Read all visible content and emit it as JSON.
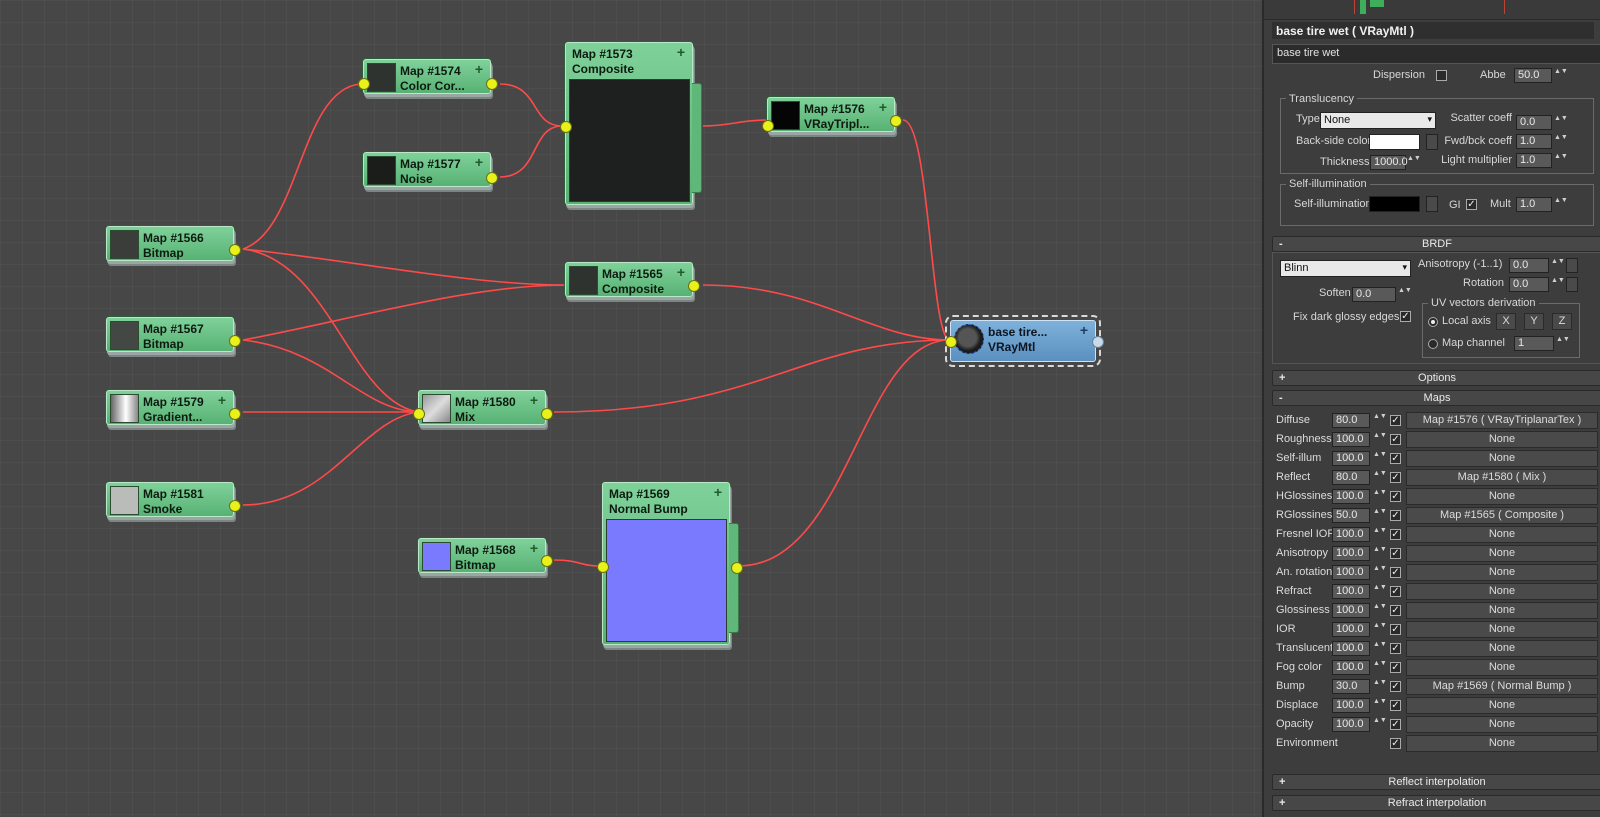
{
  "nodes": {
    "n1574": {
      "id": "Map #1574",
      "type": "Color Cor..."
    },
    "n1577": {
      "id": "Map #1577",
      "type": "Noise"
    },
    "n1573": {
      "id": "Map #1573",
      "type": "Composite"
    },
    "n1576": {
      "id": "Map #1576",
      "type": "VRayTripl..."
    },
    "n1566": {
      "id": "Map #1566",
      "type": "Bitmap"
    },
    "n1565": {
      "id": "Map #1565",
      "type": "Composite"
    },
    "n1567": {
      "id": "Map #1567",
      "type": "Bitmap"
    },
    "n1579": {
      "id": "Map #1579",
      "type": "Gradient..."
    },
    "n1580": {
      "id": "Map #1580",
      "type": "Mix"
    },
    "n1581": {
      "id": "Map #1581",
      "type": "Smoke"
    },
    "n1568": {
      "id": "Map #1568",
      "type": "Bitmap"
    },
    "n1569": {
      "id": "Map #1569",
      "type": "Normal Bump"
    },
    "vray": {
      "id": "base tire...",
      "type": "VRayMtl"
    },
    "plus_glyph": "+"
  },
  "panel": {
    "title": "base tire wet  ( VRayMtl )",
    "name": "base tire wet",
    "dispersion_label": "Dispersion",
    "abbe_label": "Abbe",
    "abbe_value": "50.0",
    "translucency": {
      "group": "Translucency",
      "type_label": "Type",
      "type_value": "None",
      "scatter_label": "Scatter coeff",
      "scatter_value": "0.0",
      "backside_label": "Back-side color",
      "fwd_label": "Fwd/bck coeff",
      "fwd_value": "1.0",
      "thickness_label": "Thickness",
      "thickness_value": "1000.0",
      "light_label": "Light multiplier",
      "light_value": "1.0"
    },
    "selfillum": {
      "group": "Self-illumination",
      "label": "Self-illumination",
      "gi_label": "GI",
      "mult_label": "Mult",
      "mult_value": "1.0"
    },
    "brdf": {
      "rollout": "BRDF",
      "sign": "-",
      "type_value": "Blinn",
      "aniso_label": "Anisotropy (-1..1)",
      "aniso_value": "0.0",
      "rotation_label": "Rotation",
      "rotation_value": "0.0",
      "soften_label": "Soften",
      "soften_value": "0.0",
      "fixdark_label": "Fix dark glossy edges",
      "uv_group": "UV vectors derivation",
      "local_axis": "Local axis",
      "x": "X",
      "y": "Y",
      "z": "Z",
      "map_channel": "Map channel",
      "map_channel_value": "1"
    },
    "options_rollout": "Options",
    "options_sign": "+",
    "maps_rollout": "Maps",
    "maps_sign": "-",
    "maps": [
      {
        "label": "Diffuse",
        "value": "80.0",
        "map": "Map #1576  ( VRayTriplanarTex )"
      },
      {
        "label": "Roughness",
        "value": "100.0",
        "map": "None"
      },
      {
        "label": "Self-illum",
        "value": "100.0",
        "map": "None"
      },
      {
        "label": "Reflect",
        "value": "80.0",
        "map": "Map #1580  ( Mix )"
      },
      {
        "label": "HGlossiness",
        "value": "100.0",
        "map": "None"
      },
      {
        "label": "RGlossiness",
        "value": "50.0",
        "map": "Map #1565  ( Composite )"
      },
      {
        "label": "Fresnel IOR",
        "value": "100.0",
        "map": "None"
      },
      {
        "label": "Anisotropy",
        "value": "100.0",
        "map": "None"
      },
      {
        "label": "An. rotation",
        "value": "100.0",
        "map": "None"
      },
      {
        "label": "Refract",
        "value": "100.0",
        "map": "None"
      },
      {
        "label": "Glossiness",
        "value": "100.0",
        "map": "None"
      },
      {
        "label": "IOR",
        "value": "100.0",
        "map": "None"
      },
      {
        "label": "Translucent",
        "value": "100.0",
        "map": "None"
      },
      {
        "label": "Fog color",
        "value": "100.0",
        "map": "None"
      },
      {
        "label": "Bump",
        "value": "30.0",
        "map": "Map #1569  ( Normal Bump )"
      },
      {
        "label": "Displace",
        "value": "100.0",
        "map": "None"
      },
      {
        "label": "Opacity",
        "value": "100.0",
        "map": "None"
      },
      {
        "label": "Environment",
        "value": "",
        "map": "None"
      }
    ],
    "reflect_interp": "Reflect interpolation",
    "refract_interp": "Refract interpolation",
    "collapsed_sign": "+",
    "check_glyph": "✓",
    "spinner_glyph": "▲▼",
    "caret_glyph": "▾"
  },
  "colors": {
    "node_green": "#6cc487",
    "wire_red": "#ff4a4a",
    "socket_yellow": "#e8f21a",
    "vray_blue": "#6aa0cf",
    "normal_bump_purple": "#7a7aff"
  }
}
